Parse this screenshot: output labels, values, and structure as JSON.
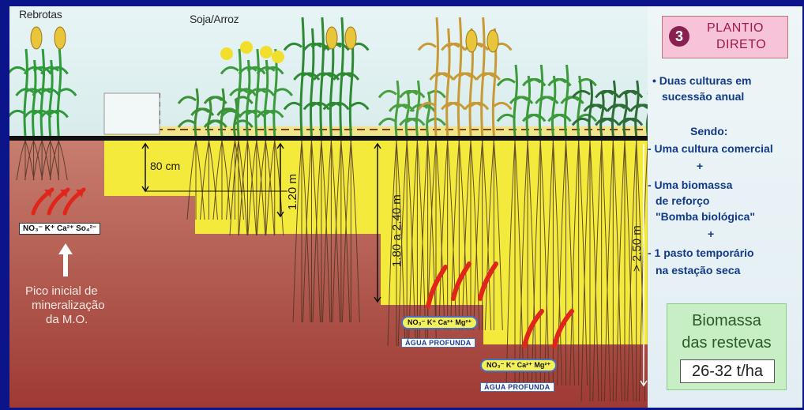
{
  "labels": {
    "rebrotas": "Rebrotas",
    "soja_arroz": "Soja/Arroz",
    "depth_80": "80 cm",
    "depth_120": "1.20 m",
    "depth_180_240": "1.80 a 2.40 m",
    "depth_250": "> 2.50 m",
    "ions_left": "NO₃⁻ K⁺ Ca²⁺ So₄²⁻",
    "pico_line1": "Pico inicial de",
    "pico_line2": "mineralização",
    "pico_line3": "da M.O.",
    "pill_1": "NO₃⁻ K⁺ Ca²⁺ Mg²⁺",
    "agua_1": "ÁGUA PROFUNDA",
    "pill_2": "NO₃⁻ K⁺ Ca²⁺ Mg²⁺",
    "agua_2": "ÁGUA PROFUNDA"
  },
  "panel": {
    "badge_number": "3",
    "badge_line1": "PLANTIO",
    "badge_line2": "DIRETO",
    "lines": [
      "• Duas culturas em",
      "  sucessão anual",
      "Sendo:",
      "- Uma cultura comercial",
      "+",
      "- Uma biomassa",
      "  de reforço",
      "  \"Bomba biológica\"",
      "+",
      "- 1 pasto temporário",
      "  na estação seca"
    ],
    "bio_line1": "Biomassa",
    "bio_line2": "das restevas",
    "bio_value": "26-32 t/ha"
  },
  "colors": {
    "background": "#0b1488",
    "sky": "#e4f3f5",
    "soil_top": "#c77e6f",
    "soil_bottom": "#9e3a33",
    "yellow_zone": "#f3ea3c",
    "plant_green": "#2f9a3a",
    "arrow_red": "#e0261b",
    "badge_pink": "#f6c3d8",
    "panel_text": "#123a8a"
  }
}
